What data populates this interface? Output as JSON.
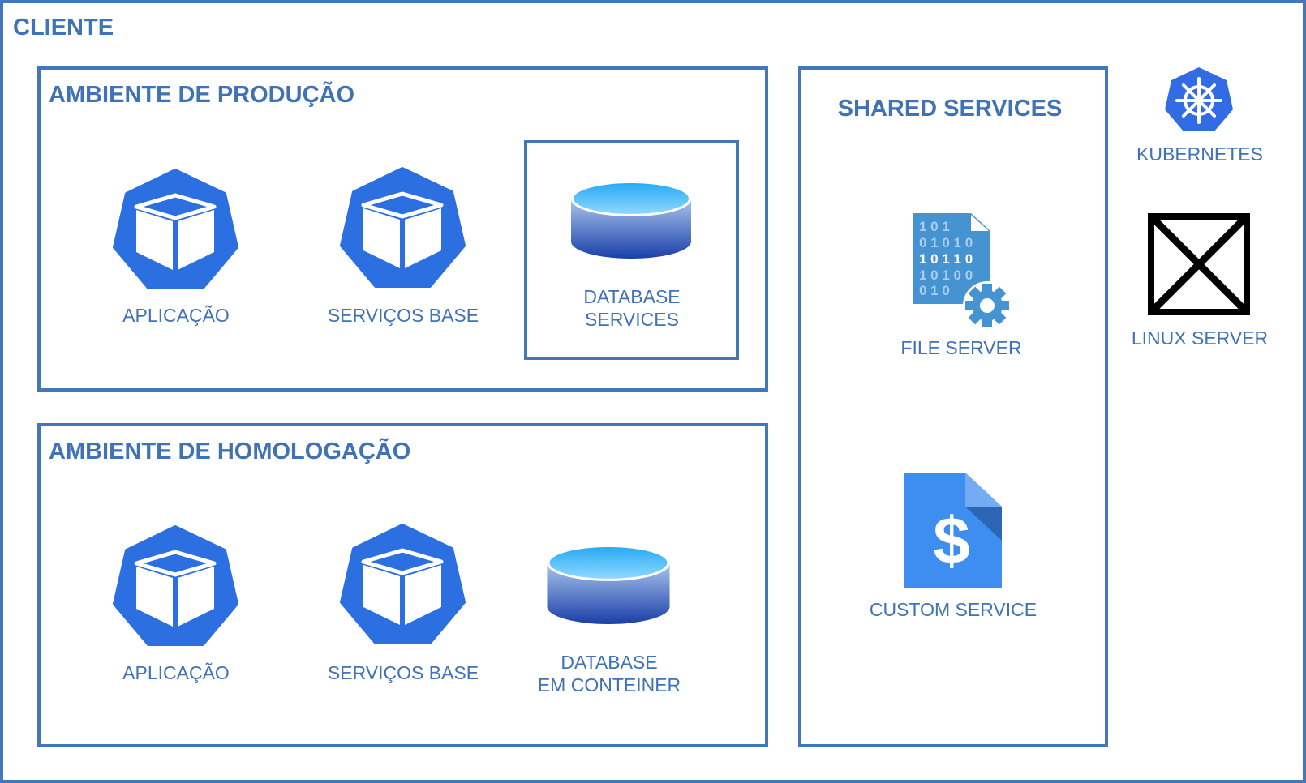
{
  "client": {
    "title": "CLIENTE"
  },
  "production": {
    "title": "AMBIENTE DE PRODUÇÃO",
    "app": "APLICAÇÃO",
    "base": "SERVIÇOS BASE",
    "db_line1": "DATABASE",
    "db_line2": "SERVICES"
  },
  "homolog": {
    "title": "AMBIENTE DE HOMOLOGAÇÃO",
    "app": "APLICAÇÃO",
    "base": "SERVIÇOS BASE",
    "db_line1": "DATABASE",
    "db_line2": "EM CONTEINER"
  },
  "shared": {
    "title": "SHARED SERVICES",
    "file_server": "FILE SERVER",
    "custom_service": "CUSTOM SERVICE"
  },
  "side": {
    "kubernetes": "KUBERNETES",
    "linux": "LINUX SERVER"
  },
  "file_icon_digits": [
    "1 0 1",
    "0 1 0 1 0",
    "1 0 1 1 0",
    "1 0 1 0 0",
    "0 1 0"
  ],
  "colors": {
    "border": "#4277bb",
    "text": "#3f72b6",
    "icon": "#2c6fe0"
  }
}
